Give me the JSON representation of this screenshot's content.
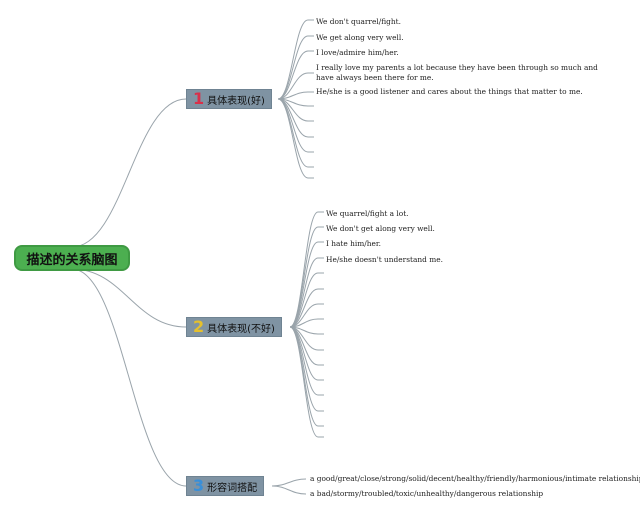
{
  "root": {
    "label": "描述的关系脑图",
    "color": "#4caf50"
  },
  "branches": [
    {
      "number": "1",
      "number_color": "#d9304a",
      "label": "具体表现(好)",
      "items": [
        "We don't quarrel/fight.",
        "We get along very well.",
        "I love/admire him/her.",
        "I really love my parents a lot because they have been through so much and have always been there for me.",
        "He/she is a good listener and cares about the things that matter to me."
      ]
    },
    {
      "number": "2",
      "number_color": "#e5c02d",
      "label": "具体表现(不好)",
      "items": [
        "We quarrel/fight a lot.",
        "We don't get along very well.",
        "I hate him/her.",
        "He/she doesn't understand me."
      ]
    },
    {
      "number": "3",
      "number_color": "#3a8fd8",
      "label": "形容词搭配",
      "items": [
        "a good/great/close/strong/solid/decent/healthy/friendly/harmonious/intimate relationship",
        "a bad/stormy/troubled/toxic/unhealthy/dangerous relationship"
      ]
    }
  ],
  "colors": {
    "branch_box": "#7f93a3",
    "line": "#9aa4ab"
  }
}
